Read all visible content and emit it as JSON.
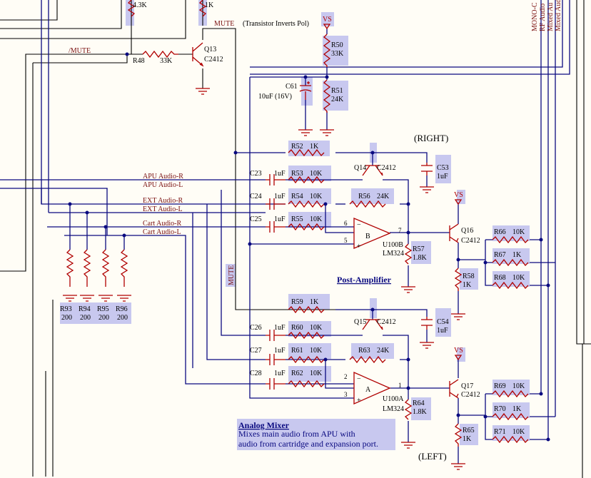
{
  "nets": {
    "mute": "MUTE",
    "slash_mute": "/MUTE",
    "apu_r": "APU Audio-R",
    "apu_l": "APU Audio-L",
    "ext_r": "EXT Audio-R",
    "ext_l": "EXT Audio-L",
    "cart_r": "Cart Audio-R",
    "cart_l": "Cart Audio-L",
    "mono_c": "MONO-C",
    "rf_audio": "RF Audio",
    "mixed_au": "Mixed Au",
    "mixed_aud": "Mixed Aud"
  },
  "labels": {
    "r_top_left": "4.3K",
    "r_top_mid": "1K",
    "transistor_note": "(Transistor Inverts Pol)",
    "r48": "R48",
    "r48_val": "33K",
    "q13": "Q13",
    "q13_part": "C2412",
    "vs": "VS",
    "r50": "R50",
    "r50_val": "33K",
    "c61": "C61",
    "c61_val": "10uF (16V)",
    "r51": "R51",
    "r51_val": "24K",
    "right": "(RIGHT)",
    "left": "(LEFT)",
    "r52": "R52",
    "r52_val": "1K",
    "q14": "Q14",
    "q14_part": "C2412",
    "c53": "C53",
    "c53_val": "1uF",
    "c23": "C23",
    "c23_val": "1uF",
    "r53": "R53",
    "r53_val": "10K",
    "c24": "C24",
    "c24_val": "1uF",
    "r54": "R54",
    "r54_val": "10K",
    "r56": "R56",
    "r56_val": "24K",
    "c25": "C25",
    "c25_val": "1uF",
    "r55": "R55",
    "r55_val": "10K",
    "q16": "Q16",
    "q16_part": "C2412",
    "r66": "R66",
    "r66_val": "10K",
    "u100b": "U100B",
    "lm324": "LM324",
    "r57": "R57",
    "r57_val": "1.8K",
    "r67": "R67",
    "r67_val": "1K",
    "r58": "R58",
    "r58_val": "1K",
    "r68": "R68",
    "r68_val": "10K",
    "post_amp": "Post-Amplifier",
    "r59": "R59",
    "r59_val": "1K",
    "r93": "R93",
    "r94": "R94",
    "r95": "R95",
    "r96": "R96",
    "r93_val": "200",
    "r94_val": "200",
    "r95_val": "200",
    "r96_val": "200",
    "q15": "Q15",
    "q15_part": "C2412",
    "c54": "C54",
    "c54_val": "1uF",
    "c26": "C26",
    "c26_val": "1uF",
    "r60": "R60",
    "r60_val": "10K",
    "c27": "C27",
    "c27_val": "1uF",
    "r61": "R61",
    "r61_val": "10K",
    "r63": "R63",
    "r63_val": "24K",
    "c28": "C28",
    "c28_val": "1uF",
    "r62": "R62",
    "r62_val": "10K",
    "q17": "Q17",
    "q17_part": "C2412",
    "r69": "R69",
    "r69_val": "10K",
    "u100a": "U100A",
    "r64": "R64",
    "r64_val": "1.8K",
    "r70": "R70",
    "r70_val": "1K",
    "r65": "R65",
    "r65_val": "1K",
    "r71": "R71",
    "r71_val": "10K",
    "mixer_title": "Analog Mixer",
    "mixer_desc_1": "Mixes main audio from APU with",
    "mixer_desc_2": "audio from cartridge and expansion port."
  },
  "colors": {
    "wire": "#0a0a80",
    "part": "#b00000",
    "highlight": "#c5c5ee",
    "net_label": "#7a1010",
    "background": "#fffdf6"
  }
}
